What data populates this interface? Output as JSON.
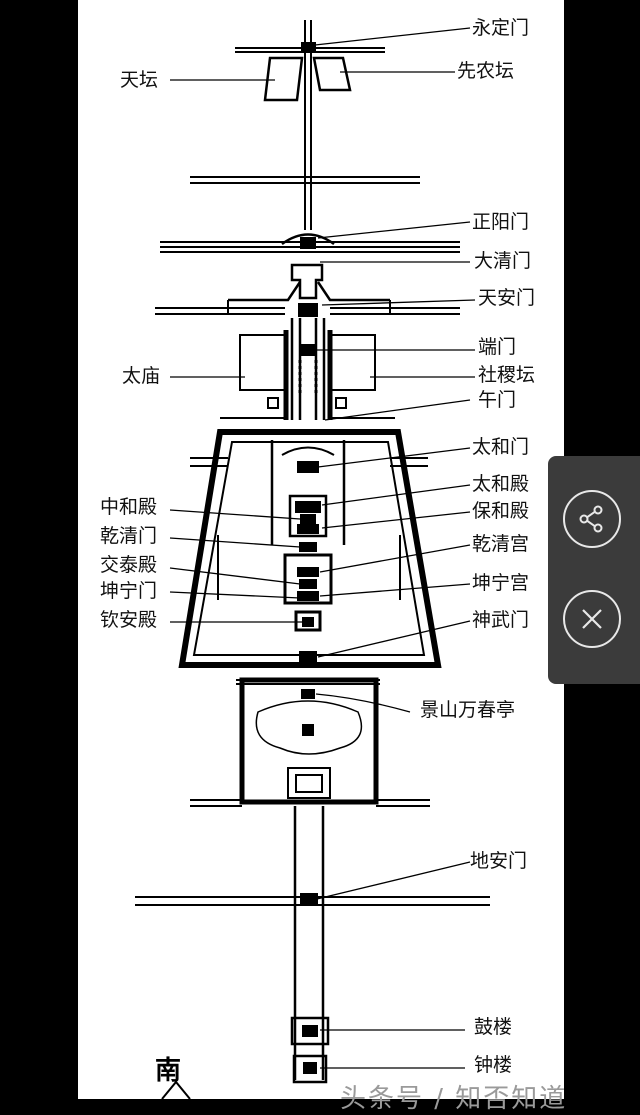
{
  "labels": {
    "yongdingmen": "永定门",
    "tiantan": "天坛",
    "xiannongtan": "先农坛",
    "zhengyangmen": "正阳门",
    "daqingmen": "大清门",
    "tiananmen": "天安门",
    "duanmen": "端门",
    "taimiao": "太庙",
    "shejitan": "社稷坛",
    "wumen": "午门",
    "taihemen": "太和门",
    "taihedian": "太和殿",
    "zhonghedian": "中和殿",
    "baohedian": "保和殿",
    "qianqingmen": "乾清门",
    "qianqinggong": "乾清宫",
    "jiaotaidian": "交泰殿",
    "kunninggong": "坤宁宫",
    "kunningmen": "坤宁门",
    "shenwumen": "神武门",
    "qinandian": "钦安殿",
    "jingshan": "景山万春亭",
    "dianmen": "地安门",
    "gulou": "鼓楼",
    "zhonglou": "钟楼"
  },
  "compass": "南",
  "watermark": "头条号 / 知否知道",
  "colors": {
    "background": "#000000",
    "paper": "#ffffff",
    "ink": "#111111",
    "panel": "#3b3b3b"
  },
  "icons": {
    "share": "share-icon",
    "close": "close-icon"
  }
}
